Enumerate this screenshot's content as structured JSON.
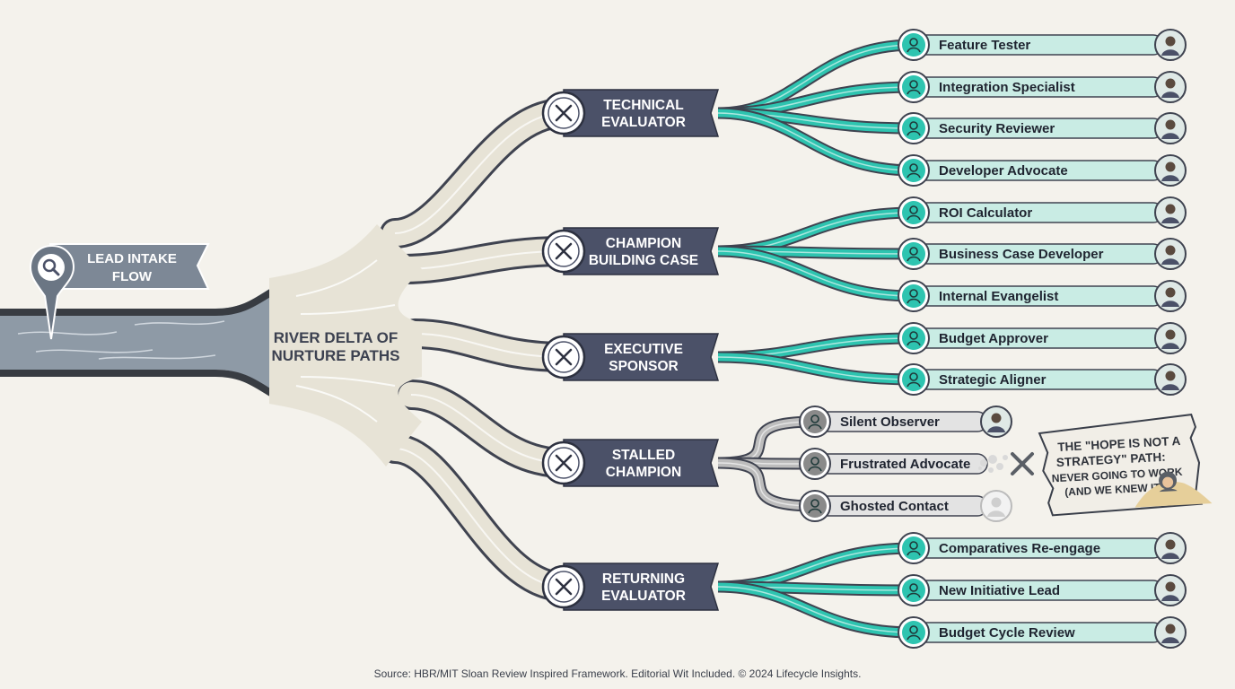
{
  "intake": {
    "label_line1": "LEAD INTAKE",
    "label_line2": "FLOW",
    "icon": "magnifier-icon"
  },
  "delta": {
    "line1": "RIVER DELTA OF",
    "line2": "NURTURE PATHS"
  },
  "personas": [
    {
      "id": "technical-evaluator",
      "line1": "TECHNICAL",
      "line2": "EVALUATOR",
      "icon": "wrench-screwdriver-icon"
    },
    {
      "id": "champion-building-case",
      "line1": "CHAMPION",
      "line2": "BUILDING CASE",
      "icon": "shield-chart-icon"
    },
    {
      "id": "executive-sponsor",
      "line1": "EXECUTIVE",
      "line2": "SPONSOR",
      "icon": "crowned-person-icon"
    },
    {
      "id": "stalled-champion",
      "line1": "STALLED",
      "line2": "CHAMPION",
      "icon": "broken-chain-icon"
    },
    {
      "id": "returning-evaluator",
      "line1": "RETURNING",
      "line2": "EVALUATOR",
      "icon": "boomerang-icon"
    }
  ],
  "branches": [
    {
      "label": "Feature Tester",
      "parent": 0,
      "status": "active",
      "icon": "user-check-icon",
      "avatar": "person-avatar-icon"
    },
    {
      "label": "Integration Specialist",
      "parent": 0,
      "status": "active",
      "icon": "puzzle-icon",
      "avatar": "person-avatar-icon"
    },
    {
      "label": "Security Reviewer",
      "parent": 0,
      "status": "active",
      "icon": "padlock-icon",
      "avatar": "padlock-avatar-icon"
    },
    {
      "label": "Developer Advocate",
      "parent": 0,
      "status": "active",
      "icon": "code-window-icon",
      "avatar": "microphone-avatar-icon"
    },
    {
      "label": "ROI Calculator",
      "parent": 1,
      "status": "active",
      "icon": "calculator-icon",
      "avatar": "person-avatar-icon"
    },
    {
      "label": "Business Case Developer",
      "parent": 1,
      "status": "active",
      "icon": "presentation-chart-icon",
      "avatar": "person-avatar-icon"
    },
    {
      "label": "Internal Evangelist",
      "parent": 1,
      "status": "active",
      "icon": "megaphone-icon",
      "avatar": "group-avatar-icon"
    },
    {
      "label": "Budget Approver",
      "parent": 2,
      "status": "active",
      "icon": "money-hand-icon",
      "avatar": "person-avatar-icon"
    },
    {
      "label": "Strategic Aligner",
      "parent": 2,
      "status": "active",
      "icon": "map-icon",
      "avatar": "compass-avatar-icon"
    },
    {
      "label": "Silent Observer",
      "parent": 3,
      "status": "stalled",
      "icon": "person-arms-crossed-icon",
      "avatar": "person-avatar-icon"
    },
    {
      "label": "Frustrated Advocate",
      "parent": 3,
      "status": "stalled",
      "icon": "storm-cloud-person-icon",
      "avatar": "none"
    },
    {
      "label": "Ghosted Contact",
      "parent": 3,
      "status": "stalled",
      "icon": "faded-person-icon",
      "avatar": "faded-avatar-icon"
    },
    {
      "label": "Comparatives Re-engage",
      "parent": 4,
      "status": "active",
      "icon": "scales-icon",
      "avatar": "person-avatar-icon"
    },
    {
      "label": "New Initiative Lead",
      "parent": 4,
      "status": "active",
      "icon": "lightbulb-icon",
      "avatar": "person-avatar-icon"
    },
    {
      "label": "Budget Cycle Review",
      "parent": 4,
      "status": "active",
      "icon": "calendar-money-icon",
      "avatar": "person-avatar-icon"
    }
  ],
  "dead_end": {
    "icon": "x-mark-icon",
    "dust": "dust-cloud-icon"
  },
  "callout": {
    "lines": [
      "THE \"HOPE IS NOT A",
      "STRATEGY\" PATH:",
      "NEVER GOING TO WORK",
      "(AND WE KNEW IT)"
    ],
    "illustration": "person-buried-in-sand-icon"
  },
  "source": "Source: HBR/MIT Sloan Review Inspired Framework. Editorial Wit Included. © 2024 Lifecycle Insights.",
  "colors": {
    "background": "#f4f2ec",
    "river": "#8e9aa6",
    "river_edge": "#383c42",
    "delta": "#e7e3d6",
    "persona_banner": "#4b5168",
    "active_stream": "#2ec4b0",
    "active_pill": "#c9ece4",
    "stalled_stream": "#bdbdbd",
    "stalled_pill": "#e3e3e3",
    "dead_end": "#5a5f66",
    "callout_paper": "#f1eee7"
  }
}
